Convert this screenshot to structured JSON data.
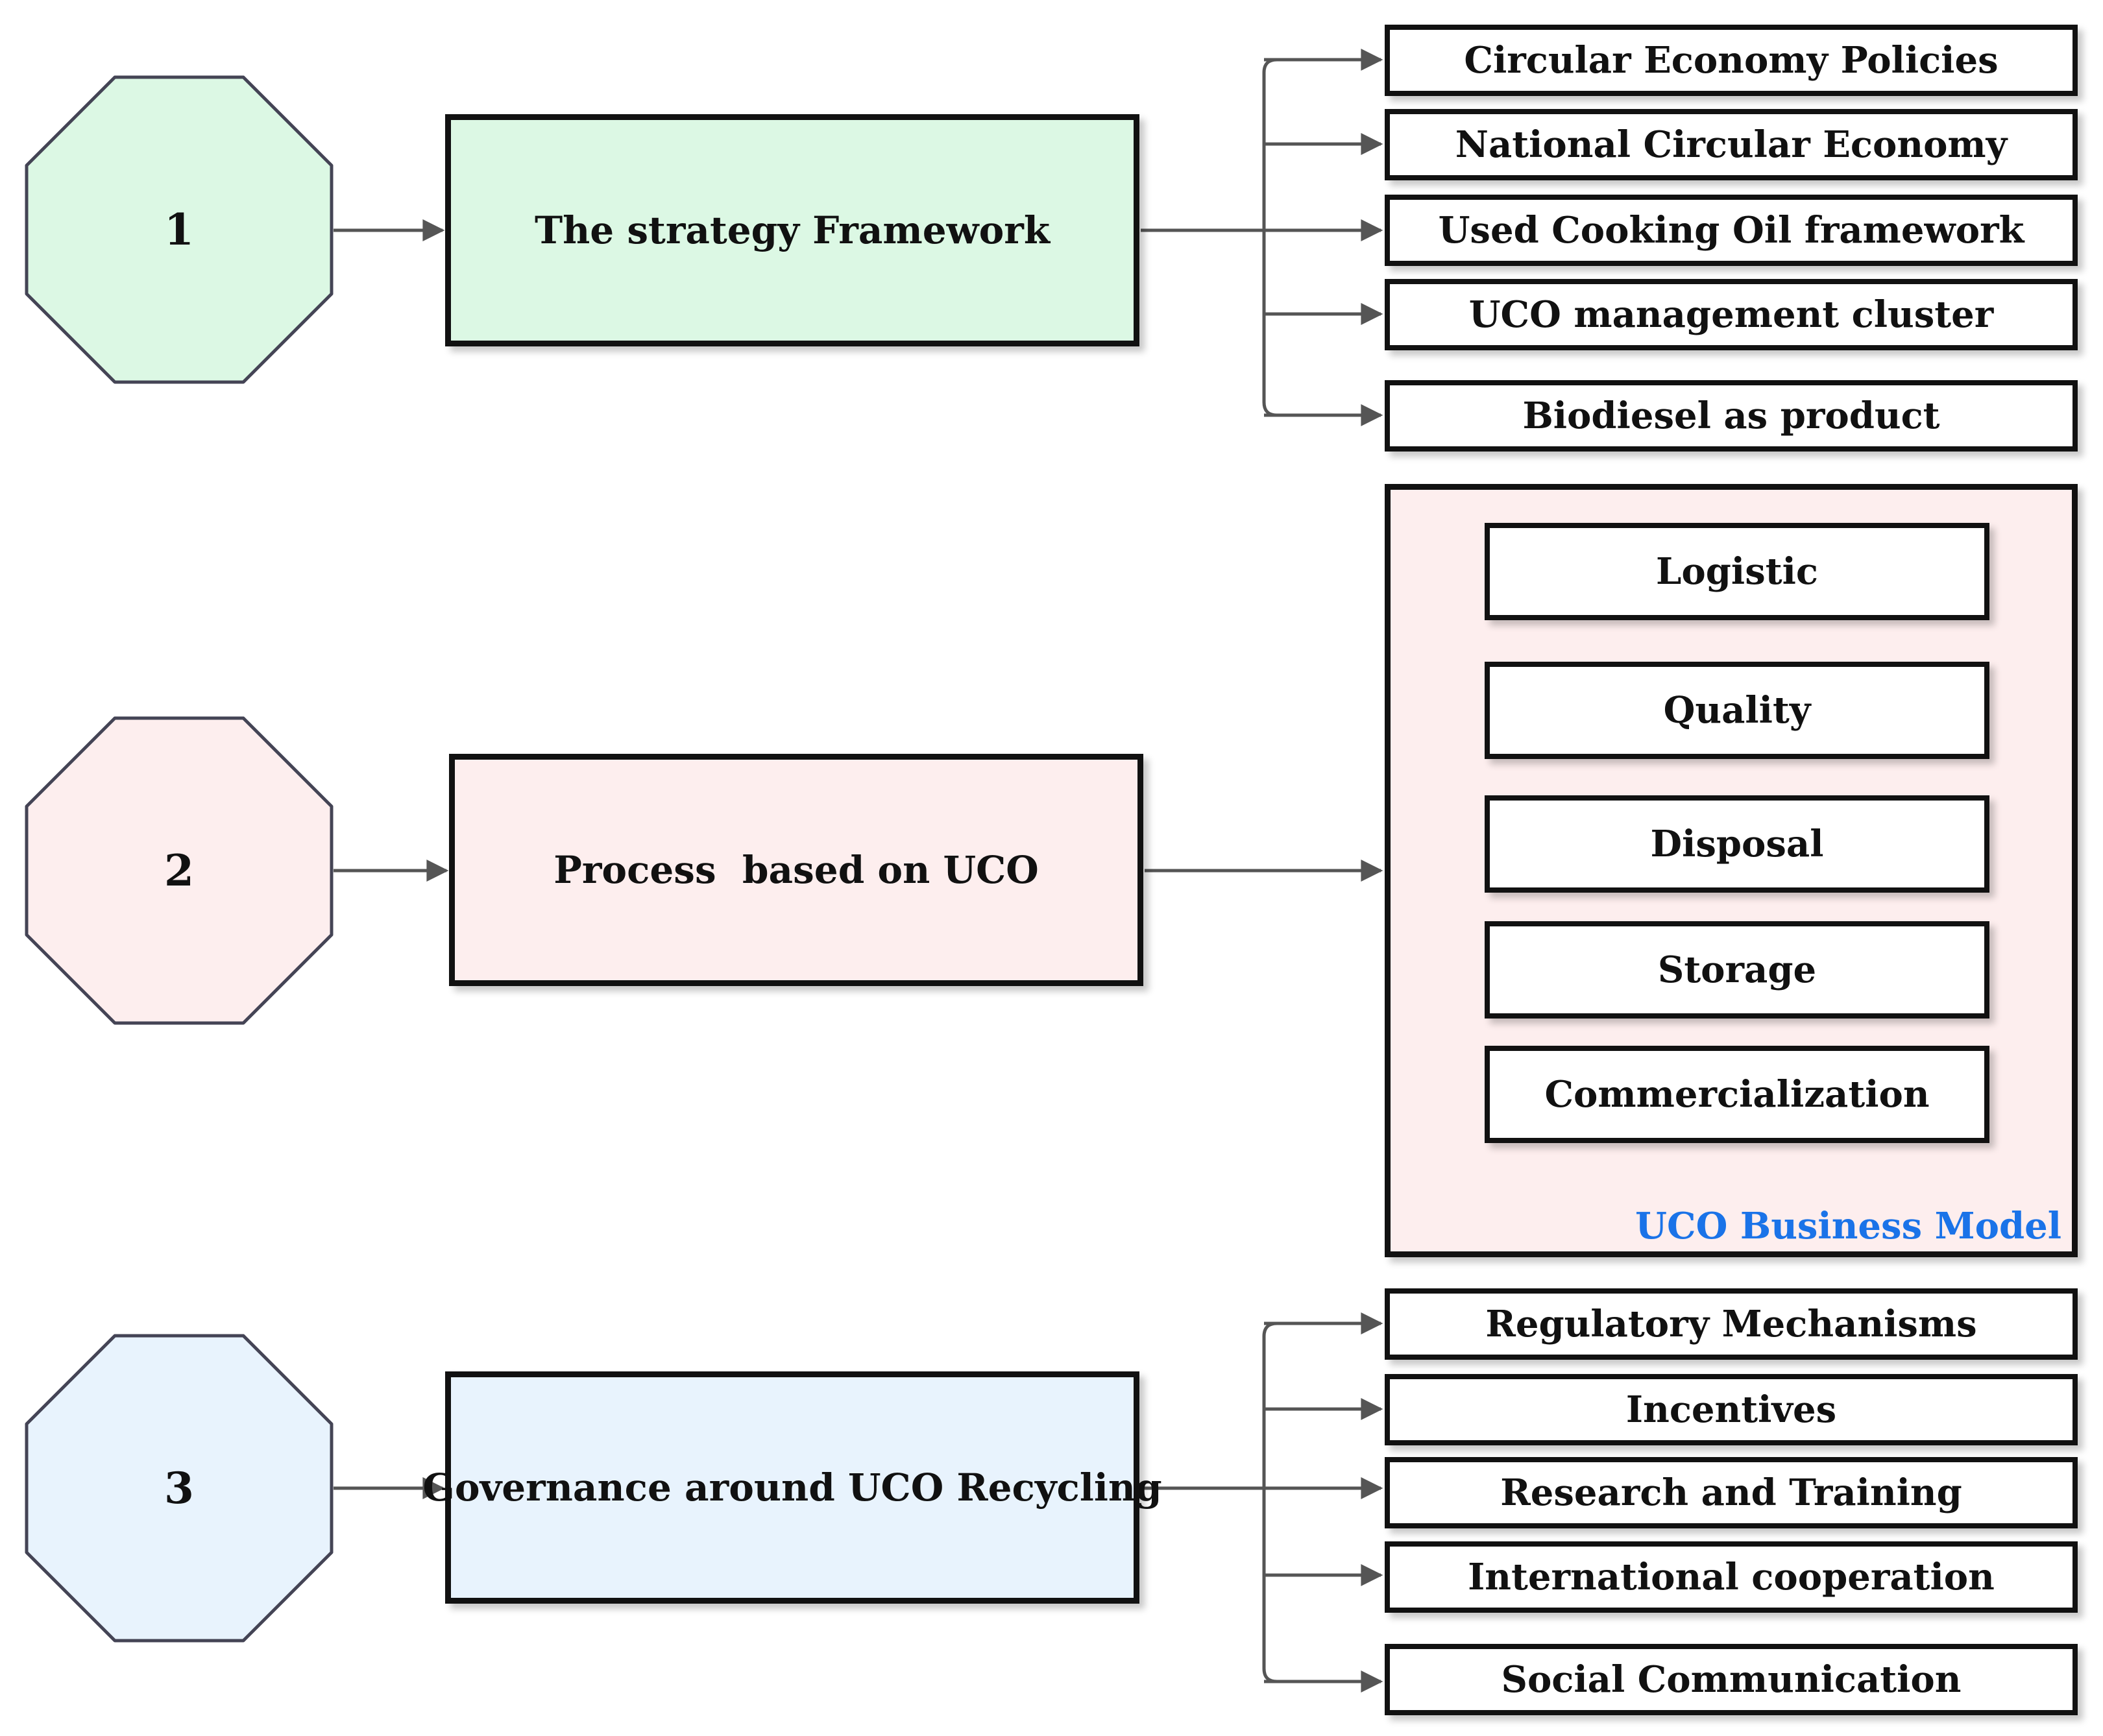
{
  "colors": {
    "row1_fill": "#dcf8e4",
    "row2_fill": "#fdeeee",
    "row3_fill": "#e8f3fd",
    "stroke": "#111111",
    "connector": "#555555",
    "container_label": "#1a73e8"
  },
  "rows": [
    {
      "number": "1",
      "title": "The strategy Framework",
      "items": [
        "Circular Economy Policies",
        "National Circular Economy",
        "Used Cooking Oil framework",
        "UCO management cluster",
        "Biodiesel as product"
      ]
    },
    {
      "number": "2",
      "title": "Process  based on UCO",
      "container_label": "UCO Business Model",
      "items": [
        "Logistic",
        "Quality",
        "Disposal",
        "Storage",
        "Commercialization"
      ]
    },
    {
      "number": "3",
      "title": "Governance around UCO Recycling",
      "items": [
        "Regulatory Mechanisms",
        "Incentives",
        "Research and Training",
        "International cooperation",
        "Social Communication"
      ]
    }
  ]
}
